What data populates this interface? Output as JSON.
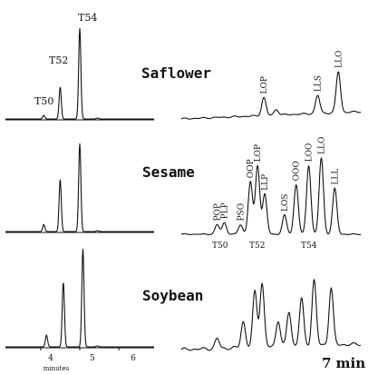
{
  "colors": {
    "ink": "#111111",
    "background": "#ffffff"
  },
  "left_labels": {
    "t50": "T50",
    "t52": "T52",
    "t54": "T54"
  },
  "oils": {
    "saflower": "Saflower",
    "sesame": "Sesame",
    "soybean": "Soybean"
  },
  "bottom": {
    "minutes": "minutes",
    "seven_min": "7 min"
  },
  "chart_data": [
    {
      "type": "line",
      "panel": "left-top",
      "xlabel": "minutes",
      "xlim": [
        3.1,
        6.9
      ],
      "peaks": [
        {
          "label": "T50",
          "x": 4.08,
          "height": 0.04
        },
        {
          "label": "T52",
          "x": 4.5,
          "height": 0.35
        },
        {
          "label": "T54",
          "x": 5.0,
          "height": 1.0
        }
      ]
    },
    {
      "type": "line",
      "panel": "left-middle",
      "xlabel": "minutes",
      "xlim": [
        3.1,
        6.9
      ],
      "peaks": [
        {
          "label": "",
          "x": 4.08,
          "height": 0.08
        },
        {
          "label": "",
          "x": 4.5,
          "height": 0.59
        },
        {
          "label": "",
          "x": 5.0,
          "height": 1.0
        }
      ]
    },
    {
      "type": "line",
      "panel": "left-bottom",
      "xlabel": "minutes",
      "xticks": [
        4,
        5,
        6
      ],
      "xlim": [
        3.1,
        6.9
      ],
      "peaks": [
        {
          "label": "",
          "x": 4.15,
          "height": 0.12
        },
        {
          "label": "",
          "x": 4.58,
          "height": 0.66
        },
        {
          "label": "",
          "x": 5.08,
          "height": 1.0
        }
      ]
    },
    {
      "type": "line",
      "panel": "right-saflower",
      "peaks": [
        {
          "label": "LOP",
          "pos": 0.46,
          "height": 0.22
        },
        {
          "label": "",
          "pos": 0.53,
          "height": 0.07
        },
        {
          "label": "LLS",
          "pos": 0.76,
          "height": 0.22
        },
        {
          "label": "LLO",
          "pos": 0.875,
          "height": 0.5
        }
      ]
    },
    {
      "type": "line",
      "panel": "right-sesame",
      "peaks": [
        {
          "label": "POP",
          "pos": 0.2,
          "height": 0.1
        },
        {
          "label": "PLP",
          "pos": 0.24,
          "height": 0.12
        },
        {
          "label": "PSO",
          "pos": 0.33,
          "height": 0.1
        },
        {
          "label": "OOP",
          "pos": 0.385,
          "height": 0.55
        },
        {
          "label": "LOP",
          "pos": 0.425,
          "height": 0.72
        },
        {
          "label": "LLP",
          "pos": 0.465,
          "height": 0.42
        },
        {
          "label": "LOS",
          "pos": 0.575,
          "height": 0.2
        },
        {
          "label": "OOO",
          "pos": 0.64,
          "height": 0.52
        },
        {
          "label": "LOO",
          "pos": 0.71,
          "height": 0.72
        },
        {
          "label": "LLO",
          "pos": 0.78,
          "height": 0.8
        },
        {
          "label": "LLL",
          "pos": 0.855,
          "height": 0.48
        }
      ],
      "group_labels": [
        "T50",
        "T52",
        "T54"
      ]
    },
    {
      "type": "line",
      "panel": "right-soybean",
      "xlabel": "7 min",
      "peaks": [
        {
          "label": "",
          "pos": 0.2,
          "height": 0.12
        },
        {
          "label": "",
          "pos": 0.345,
          "height": 0.32
        },
        {
          "label": "",
          "pos": 0.41,
          "height": 0.68
        },
        {
          "label": "",
          "pos": 0.45,
          "height": 0.78
        },
        {
          "label": "",
          "pos": 0.54,
          "height": 0.32
        },
        {
          "label": "",
          "pos": 0.6,
          "height": 0.42
        },
        {
          "label": "",
          "pos": 0.67,
          "height": 0.58
        },
        {
          "label": "",
          "pos": 0.74,
          "height": 0.8
        },
        {
          "label": "",
          "pos": 0.835,
          "height": 0.7
        }
      ]
    }
  ]
}
